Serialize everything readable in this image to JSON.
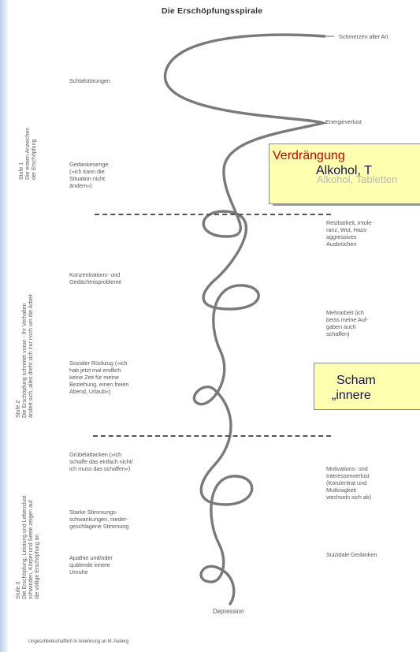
{
  "title": "Die Erschöpfungsspirale",
  "right_labels": {
    "schmerzen": "Schmerzen aller Art",
    "energie": "Energieverlust",
    "reizbarkeit": "Reizbarkeit, Intole-\nranz, Wut, Hass\naggressives\nAusbrüchen",
    "mehrarbeit": "Mehrarbeit (ich\nbeiss meine Auf-\ngaben auch\nschaffen)",
    "motivation": "Motivations- und\nInteressenverlust\n(Konzentrat und\nMutlosigkeit\nwechseln sich ab)",
    "suizidal": "Suizidale Gedanken"
  },
  "left_labels": {
    "schlaf": "Schlafstörungen",
    "gedanken": "Gedankenenge\n(»ich kann die\nSituation nicht\nändern«)",
    "konzentration": "Konzentrations- und\nGedächtnisprobleme",
    "rueckzug": "Sozialer Rückzug (»ich\nhab jetzt mal endlich\nkeine Zeit für meine\nBeziehung, einen freien\nAbend, Urlaub«)",
    "gruebel": "Grübelattacken (»ich\nschaffe das einfach nicht/\nich muss das schaffen«)",
    "stimmung": "Starke Stimmungs-\nschwankungen, nieder-\ngeschlagene Stimmung",
    "apathie": "Apathie und/oder\nquälende innere\nUnruhe"
  },
  "bottom_label": "Depression",
  "stages": {
    "s1": "Stufe 1\nDie ersten Anzeichen\nder Erschöpfung",
    "s2": "Stufe 2\nDie Erschöpfung schreitet voran - Ihr Verhalten\nändert sich, alles dreht sich nur noch um die Arbeit",
    "s3": "Stufe 3\nDie Erschöpfung, Leistung und Lebenslust\nschwinden, Körper und Seele zeigen auf\ndie völlige Erschöpfung an"
  },
  "callouts": {
    "first_line1": "Verdrängung",
    "first_line2": "Alkohol, T",
    "first_under": "Alkohol, Tabletten",
    "second_line1": "Scham",
    "second_line2": "„innere"
  },
  "footer": "Ungeschliebschaftlich in Anlehnung an M. Aeberg",
  "colors": {
    "callout_bg": "#ffffb0",
    "red_text": "#cc0000",
    "navy_text": "#10105a",
    "spiral": "#7a7a7a"
  }
}
